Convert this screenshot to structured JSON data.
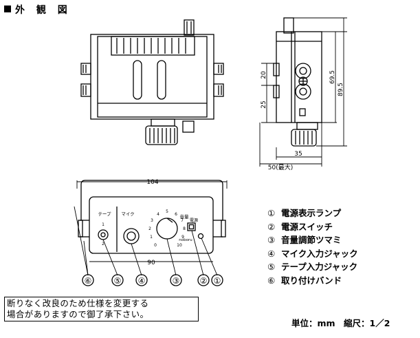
{
  "heading": "外 観 図",
  "dimensions": {
    "height_inner": "69.5",
    "height_total": "89.5",
    "spacing_a": "20",
    "spacing_b": "25",
    "depth": "35",
    "depth_max": "50(最大)",
    "width_band": "104",
    "width_body": "90"
  },
  "panel_labels": {
    "tape": "テープ",
    "mic": "マイク",
    "volume": "音量",
    "power": "電源",
    "brand": "noboru",
    "tape_ch1": "1",
    "tape_ch2": "2",
    "dial": [
      "0",
      "1",
      "2",
      "3",
      "4",
      "5",
      "6",
      "7",
      "8",
      "9",
      "10"
    ]
  },
  "callouts": [
    "⑥",
    "⑤",
    "④",
    "③",
    "②",
    "①"
  ],
  "legend": [
    {
      "num": "①",
      "text": "電源表示ランプ"
    },
    {
      "num": "②",
      "text": "電源スイッチ"
    },
    {
      "num": "③",
      "text": "音量調節ツマミ"
    },
    {
      "num": "④",
      "text": "マイク入力ジャック"
    },
    {
      "num": "⑤",
      "text": "テープ入力ジャック"
    },
    {
      "num": "⑥",
      "text": "取り付けバンド"
    }
  ],
  "notice": {
    "line1": "断りなく改良のため仕様を変更する",
    "line2": "場合がありますので御了承下さい。"
  },
  "scale": "単位：mm　縮尺：1／2"
}
